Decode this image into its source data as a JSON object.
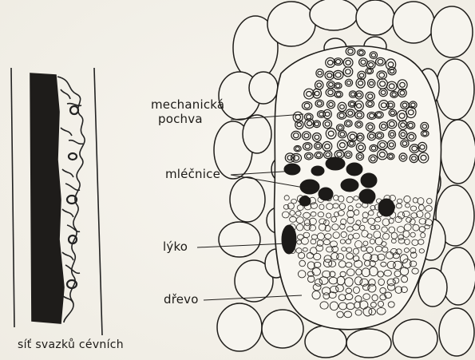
{
  "labels": {
    "mechanicka_pochva": [
      "mechanická",
      "pochva"
    ],
    "mlecnice": "mléčnice",
    "lyko": "lýko",
    "drevo": "dřevo"
  },
  "caption": "síť svazků cévních"
}
